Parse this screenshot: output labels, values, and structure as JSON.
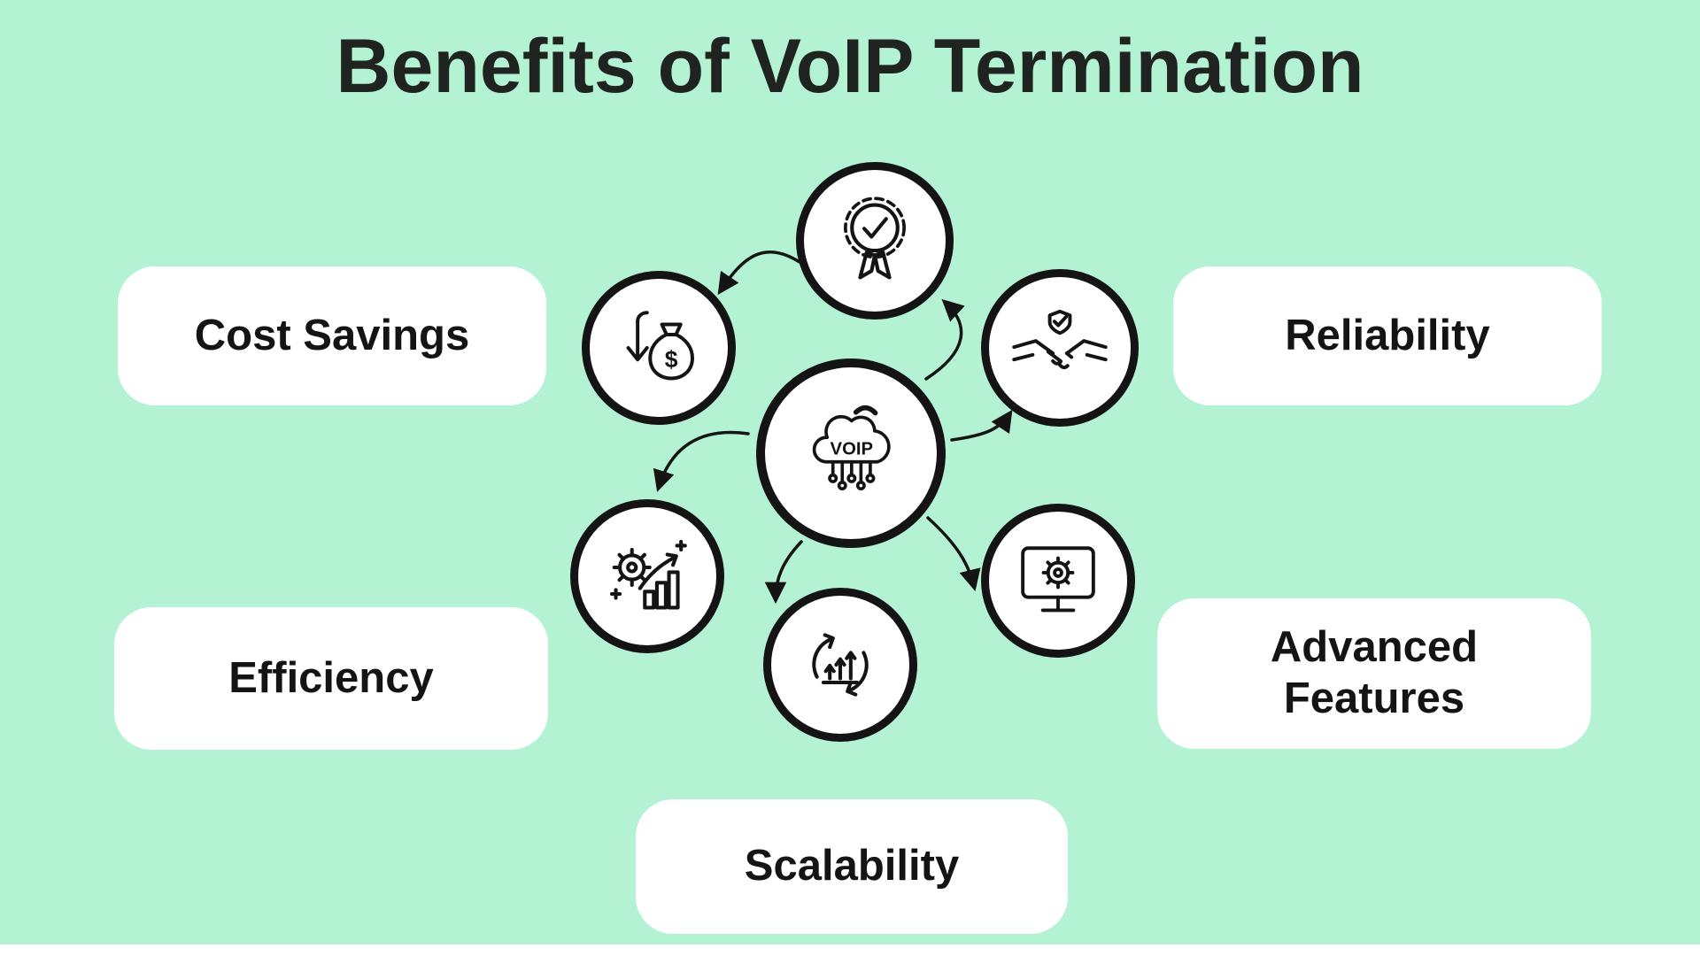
{
  "title": "Benefits of VoIP Termination",
  "colors": {
    "background": "#b4f2d4",
    "ink": "#1f2420",
    "card": "#ffffff",
    "line": "#141414"
  },
  "center": {
    "label": "VOIP",
    "icon": "voip-cloud-network-icon"
  },
  "labels": {
    "cost_savings": "Cost Savings",
    "reliability": "Reliability",
    "efficiency": "Efficiency",
    "advanced_features": "Advanced Features",
    "scalability": "Scalability"
  },
  "icons": {
    "quality": "quality-badge-icon",
    "cost": "cost-reduction-money-icon",
    "trust": "handshake-shield-icon",
    "efficiency": "gear-growth-chart-icon",
    "features": "monitor-gear-icon",
    "scalability": "circular-growth-arrows-icon"
  },
  "glyphs": {
    "dollar": "$"
  }
}
